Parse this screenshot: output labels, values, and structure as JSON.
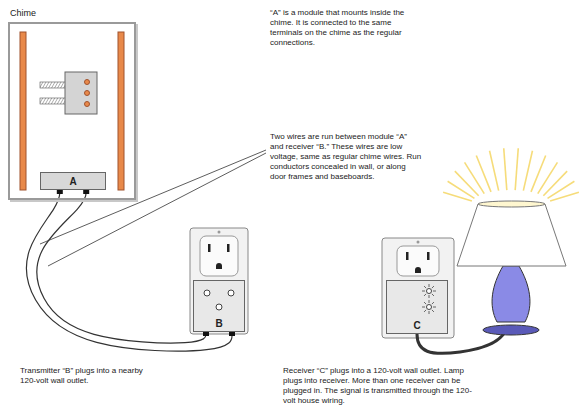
{
  "diagram": {
    "nodes": [
      {
        "text": [
          "Chime"
        ]
      },
      {
        "text": [
          "A"
        ],
        "in": 0
      },
      {
        "text": [
          "B"
        ]
      },
      {
        "text": [
          "C"
        ]
      }
    ],
    "edges": [
      {
        "from": 1,
        "to": 2,
        "arrow": "none"
      },
      {
        "from": 1,
        "to": 2,
        "arrow": "none"
      }
    ],
    "labels": [
      "“A” is a module that mounts inside the chime. It is connected to the same terminals on the chime as the regular connections.",
      "Two wires are run between module “A” and receiver “B.” These wires are low voltage, same as regular chime wires. Run conductors concealed in wall, or along door frames and baseboards.",
      "Transmitter “B” plugs into a nearby 120-volt wall outlet.",
      "Receiver “C” plugs into a 120-volt wall outlet. Lamp plugs into receiver. More than one receiver can be plugged in. The signal is transmitted through the 120-volt house wiring."
    ]
  }
}
